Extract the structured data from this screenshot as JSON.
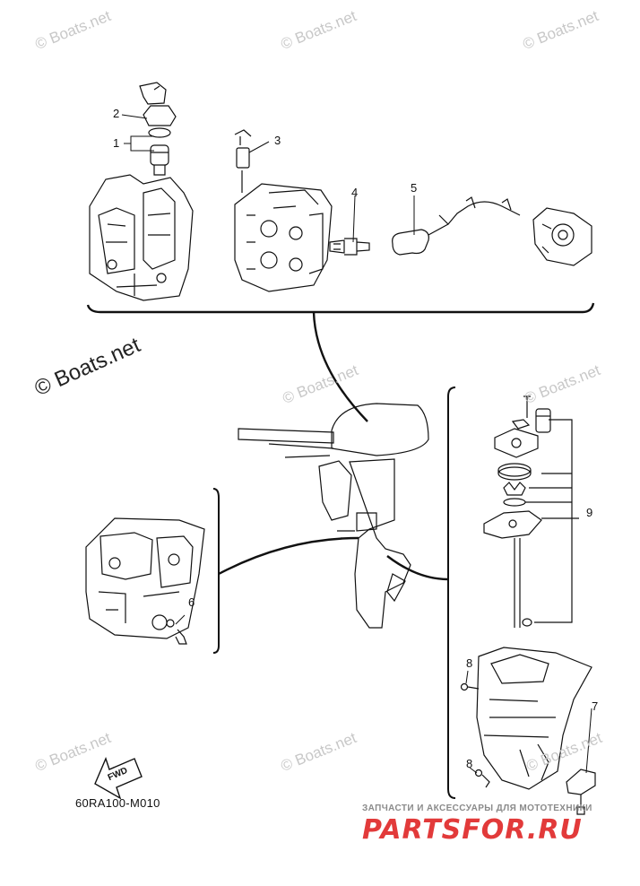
{
  "watermarks": {
    "small": "© Boats.net",
    "large": "© Boats.net"
  },
  "callouts": [
    "1",
    "2",
    "3",
    "4",
    "5",
    "6",
    "7",
    "8",
    "8",
    "9"
  ],
  "fwd_label": "FWD",
  "diagram_code": "60RA100-M010",
  "shop": {
    "tagline": "ЗАПЧАСТИ И АКСЕССУАРЫ ДЛЯ МОТОТЕХНИКИ",
    "logo": "PARTSFOR.RU"
  },
  "colors": {
    "line": "#111111",
    "watermark": "#c8c8c8",
    "logo_red": "#e23a3a"
  }
}
